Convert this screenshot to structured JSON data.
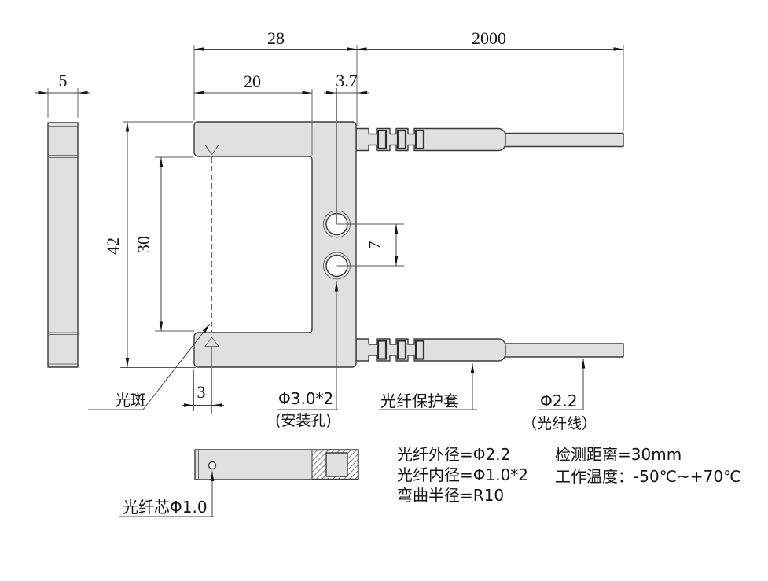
{
  "colors": {
    "body_fill": "#e0e0e0",
    "hole_fill": "#ffffff",
    "outline": "#3a3a3a",
    "dim_line": "#454545",
    "text": "#141414"
  },
  "dimensions": {
    "body_width": "28",
    "cable_length": "2000",
    "slot_depth": "20",
    "hole_edge_offset": "3.7",
    "body_height": "42",
    "slot_height": "30",
    "hole_pitch": "7",
    "spot_offset": "3",
    "body_thickness": "5"
  },
  "labels": {
    "light_spot": "光斑",
    "mounting_hole": "Φ3.0*2",
    "mounting_hole_note": "(安装孔)",
    "fiber_sleeve": "光纤保护套",
    "fiber_cable_dia": "Φ2.2",
    "fiber_cable_note": "（光纤线）",
    "fiber_core": "光纤芯Φ1.0"
  },
  "specs": {
    "left": [
      "光纤外径=Φ2.2",
      "光纤内径=Φ1.0*2",
      "弯曲半径=R10"
    ],
    "right": [
      "检测距离=30mm",
      "工作温度：-50℃~+70℃"
    ]
  }
}
